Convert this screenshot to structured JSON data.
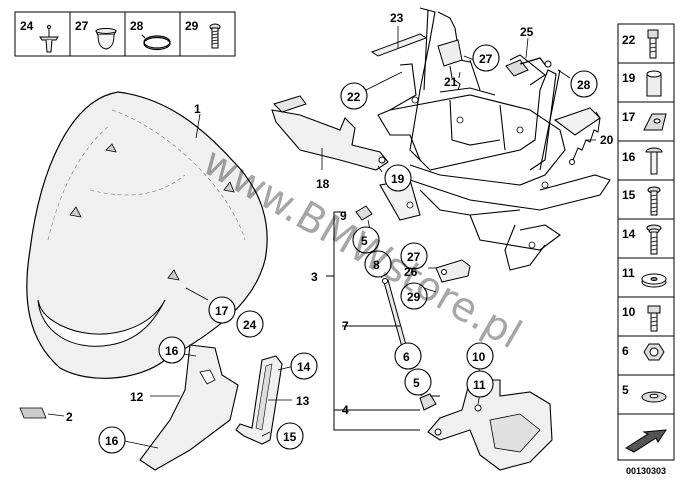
{
  "diagram": {
    "watermark": "www.BMWstore.pl",
    "drawing_number": "00130303",
    "top_legend": [
      {
        "num": "24",
        "part": "expanding-rivet"
      },
      {
        "num": "27",
        "part": "plastic-nut"
      },
      {
        "num": "28",
        "part": "hose-clamp"
      },
      {
        "num": "29",
        "part": "screw"
      }
    ],
    "side_legend": [
      {
        "num": "22",
        "part": "hex-bolt"
      },
      {
        "num": "19",
        "part": "spacer-sleeve"
      },
      {
        "num": "17",
        "part": "cable-holder"
      },
      {
        "num": "16",
        "part": "round-head-screw"
      },
      {
        "num": "15",
        "part": "torx-screw"
      },
      {
        "num": "14",
        "part": "screw-with-washer"
      },
      {
        "num": "11",
        "part": "rubber-mount"
      },
      {
        "num": "10",
        "part": "hex-bolt-short"
      },
      {
        "num": "6",
        "part": "hex-nut"
      },
      {
        "num": "5",
        "part": "washer"
      }
    ],
    "callouts": {
      "c1": "1",
      "c2": "2",
      "c3": "3",
      "c4": "4",
      "c5a": "5",
      "c5b": "5",
      "c6": "6",
      "c7": "7",
      "c8": "8",
      "c9": "9",
      "c10": "10",
      "c11": "11",
      "c12": "12",
      "c13": "13",
      "c14": "14",
      "c15": "15",
      "c16a": "16",
      "c16b": "16",
      "c17": "17",
      "c18": "18",
      "c19": "19",
      "c20": "20",
      "c21": "21",
      "c22": "22",
      "c23": "23",
      "c24": "24",
      "c25": "25",
      "c26": "26",
      "c27a": "27",
      "c27b": "27",
      "c28": "28",
      "c29": "29"
    }
  }
}
